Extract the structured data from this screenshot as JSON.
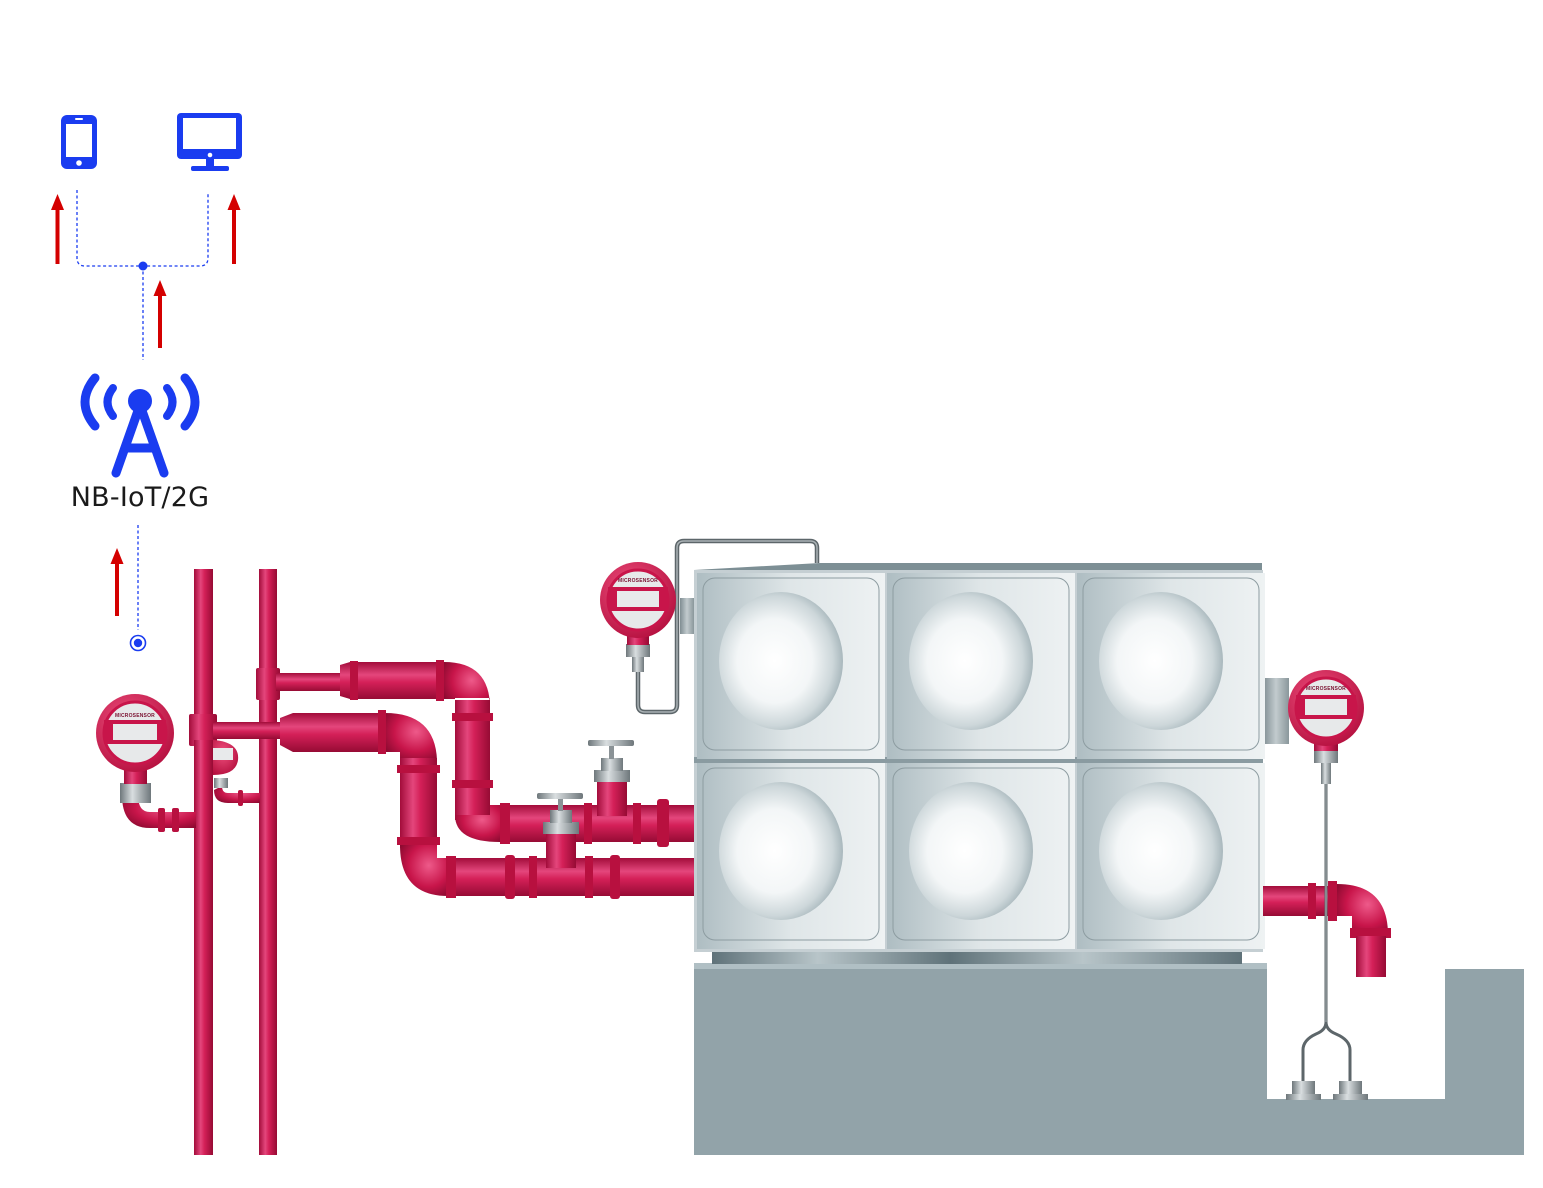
{
  "diagram": {
    "title": "NB-IoT/2G water tank level and pipeline pressure monitoring",
    "colors": {
      "icon_blue": "#1a3cf0",
      "arrow_red": "#d40000",
      "pipe_red": "#c8154a",
      "pipe_highlight": "#ea4f82",
      "pipe_shadow": "#9a0c35",
      "tank_steel": "#c5cfd3",
      "foundation_grey": "#92a3a9",
      "valve_steel": "#9ca4a8"
    },
    "cloud": {
      "devices": [
        {
          "name": "mobile-phone",
          "icon": "smartphone-icon"
        },
        {
          "name": "computer-monitor",
          "icon": "desktop-monitor-icon"
        }
      ]
    },
    "network": {
      "label": "NB-IoT/2G",
      "icon": "cell-tower-icon"
    },
    "sensors": [
      {
        "id": "pipeline-pressure-transmitter-1",
        "brand": "MICROSENSOR",
        "location": "vertical riser"
      },
      {
        "id": "pipeline-pressure-transmitter-2",
        "brand": "MICROSENSOR",
        "location": "riser (behind)"
      },
      {
        "id": "tank-top-pressure-transmitter",
        "brand": "MICROSENSOR",
        "location": "tank top, siphon loop"
      },
      {
        "id": "submersible-level-transmitter",
        "brand": "MICROSENSOR",
        "location": "tank side, probe in sump"
      }
    ],
    "equipment": {
      "tank": {
        "panels_rows": 2,
        "panels_cols": 3
      },
      "valves": 2,
      "level_probes": 2
    }
  }
}
